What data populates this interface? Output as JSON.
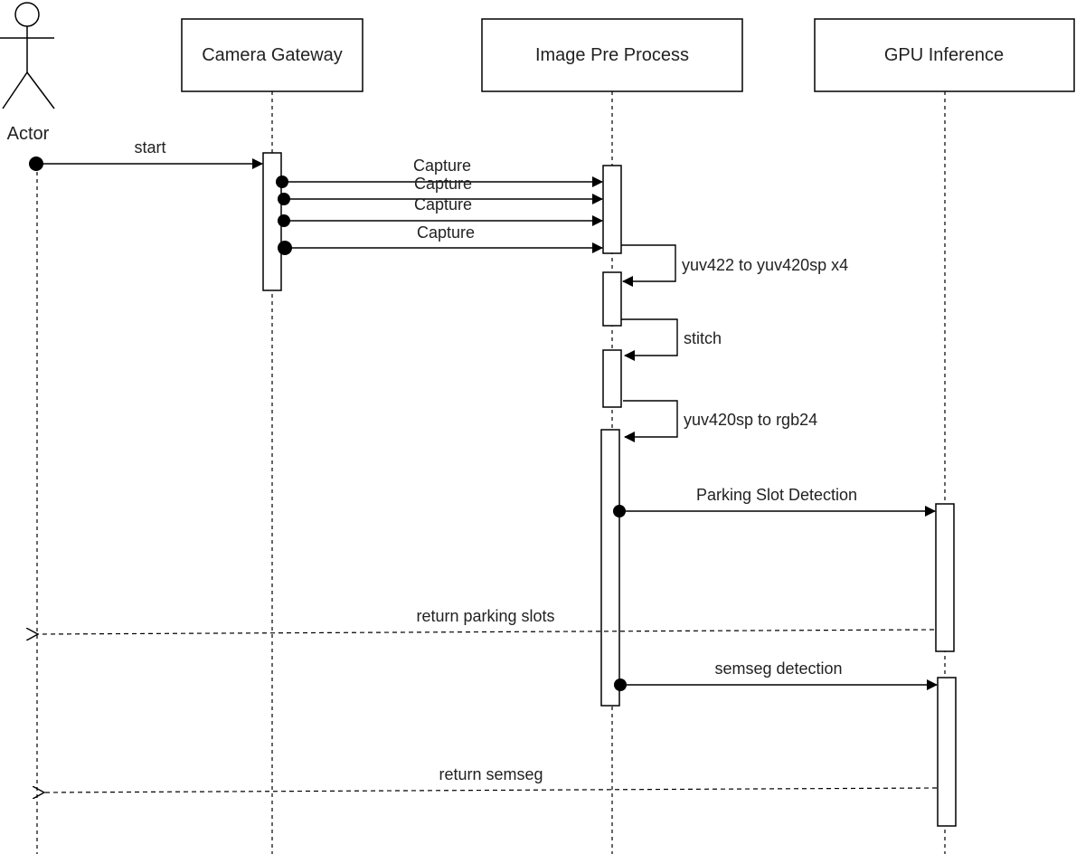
{
  "actor": {
    "label": "Actor"
  },
  "participants": [
    {
      "label": "Camera Gateway"
    },
    {
      "label": "Image Pre Process"
    },
    {
      "label": "GPU Inference"
    }
  ],
  "messages": {
    "start": "start",
    "capture1": "Capture",
    "capture2": "Capture",
    "capture3": "Capture",
    "capture4": "Capture",
    "self_yuv422": "yuv422 to yuv420sp x4",
    "self_stitch": "stitch",
    "self_rgb": "yuv420sp to rgb24",
    "parking_detection": "Parking Slot Detection",
    "return_parking": "return parking slots",
    "semseg_detection": "semseg detection",
    "return_semseg": "return semseg"
  }
}
